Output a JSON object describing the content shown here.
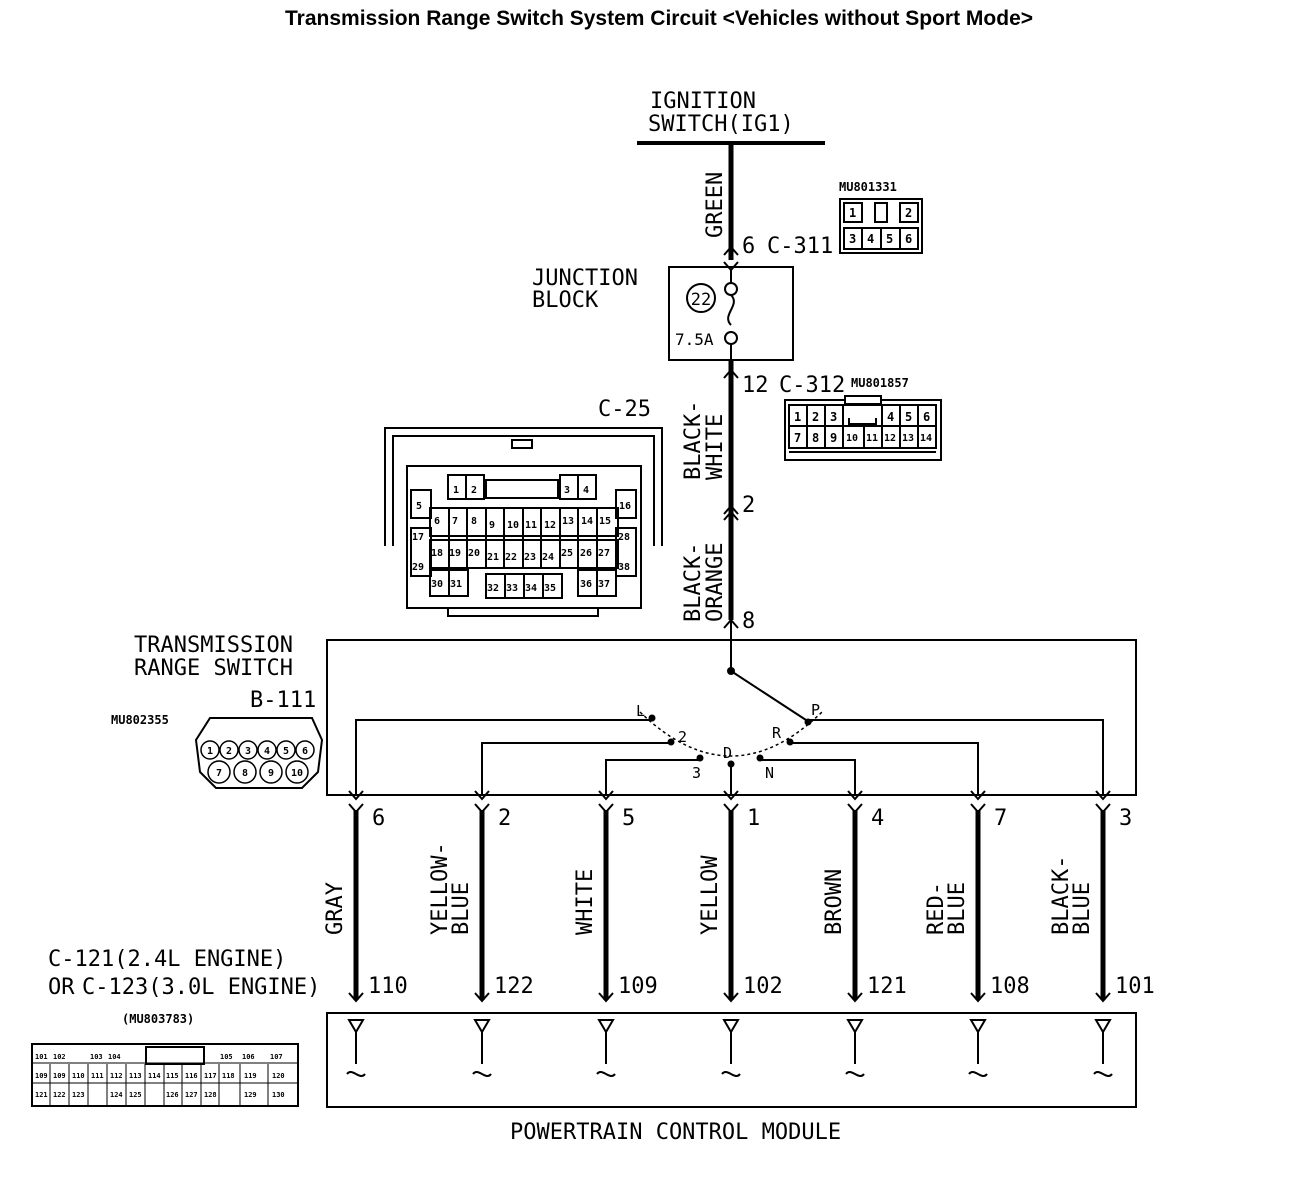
{
  "title": "Transmission Range Switch System Circuit <Vehicles without Sport Mode>",
  "ignition": {
    "line1": "IGNITION",
    "line2": "SWITCH(IG1)"
  },
  "wire_top": "GREEN",
  "c311": {
    "pin": "6",
    "name": "C-311",
    "part": "MU801331",
    "pins_top": [
      "1",
      "2"
    ],
    "pins_bottom": [
      "3",
      "4",
      "5",
      "6"
    ]
  },
  "junction": {
    "line1": "JUNCTION",
    "line2": "BLOCK",
    "fuse_number": "22",
    "fuse_rating": "7.5A"
  },
  "c312": {
    "pin": "12",
    "name": "C-312",
    "part": "MU801857",
    "pins_top": [
      "1",
      "2",
      "3",
      "4",
      "5",
      "6"
    ],
    "pins_bottom": [
      "7",
      "8",
      "9",
      "10",
      "11",
      "12",
      "13",
      "14"
    ]
  },
  "wire_mid1": {
    "line1": "BLACK-",
    "line2": "WHITE"
  },
  "c25": {
    "name": "C-25",
    "row1": [
      "1",
      "2",
      "3",
      "4"
    ],
    "row2": [
      "5",
      "6",
      "7",
      "8",
      "9",
      "10",
      "11",
      "12",
      "13",
      "14",
      "15",
      "16"
    ],
    "row3": [
      "17",
      "18",
      "19",
      "20",
      "21",
      "22",
      "23",
      "24",
      "25",
      "26",
      "27",
      "28"
    ],
    "row4": [
      "29",
      "30",
      "31",
      "32",
      "33",
      "34",
      "35",
      "36",
      "37",
      "38"
    ],
    "pin": "2"
  },
  "wire_mid2": {
    "line1": "BLACK-",
    "line2": "ORANGE"
  },
  "switch_in_pin": "8",
  "trs": {
    "line1": "TRANSMISSION",
    "line2": "RANGE SWITCH",
    "line3": "B-111",
    "part": "MU802355",
    "pins": [
      "1",
      "2",
      "3",
      "4",
      "5",
      "6",
      "7",
      "8",
      "9",
      "10"
    ]
  },
  "positions": [
    "L",
    "2",
    "D",
    "3",
    "N",
    "R",
    "P"
  ],
  "outputs": [
    {
      "pin": "6",
      "color1": "GRAY",
      "color2": "",
      "pcm": "110"
    },
    {
      "pin": "2",
      "color1": "YELLOW-",
      "color2": "BLUE",
      "pcm": "122"
    },
    {
      "pin": "5",
      "color1": "WHITE",
      "color2": "",
      "pcm": "109"
    },
    {
      "pin": "1",
      "color1": "YELLOW",
      "color2": "",
      "pcm": "102"
    },
    {
      "pin": "4",
      "color1": "BROWN",
      "color2": "",
      "pcm": "121"
    },
    {
      "pin": "7",
      "color1": "RED-",
      "color2": "BLUE",
      "pcm": "108"
    },
    {
      "pin": "3",
      "color1": "BLACK-",
      "color2": "BLUE",
      "pcm": "101"
    }
  ],
  "pcm_connector": {
    "line1": "C-121(2.4L ENGINE)",
    "line2_or": "OR",
    "line2": "C-123(3.0L ENGINE)",
    "part": "(MU803783)",
    "row1": [
      "101",
      "102",
      "",
      "103",
      "104",
      "",
      "105",
      "106",
      "107"
    ],
    "row2": [
      "109",
      "109",
      "110",
      "111",
      "112",
      "113",
      "114",
      "115",
      "116",
      "117",
      "118",
      "119",
      "120"
    ],
    "row3": [
      "121",
      "122",
      "123",
      "",
      "124",
      "125",
      "",
      "126",
      "127",
      "128",
      "",
      "129",
      "130"
    ]
  },
  "pcm_label": "POWERTRAIN CONTROL MODULE"
}
